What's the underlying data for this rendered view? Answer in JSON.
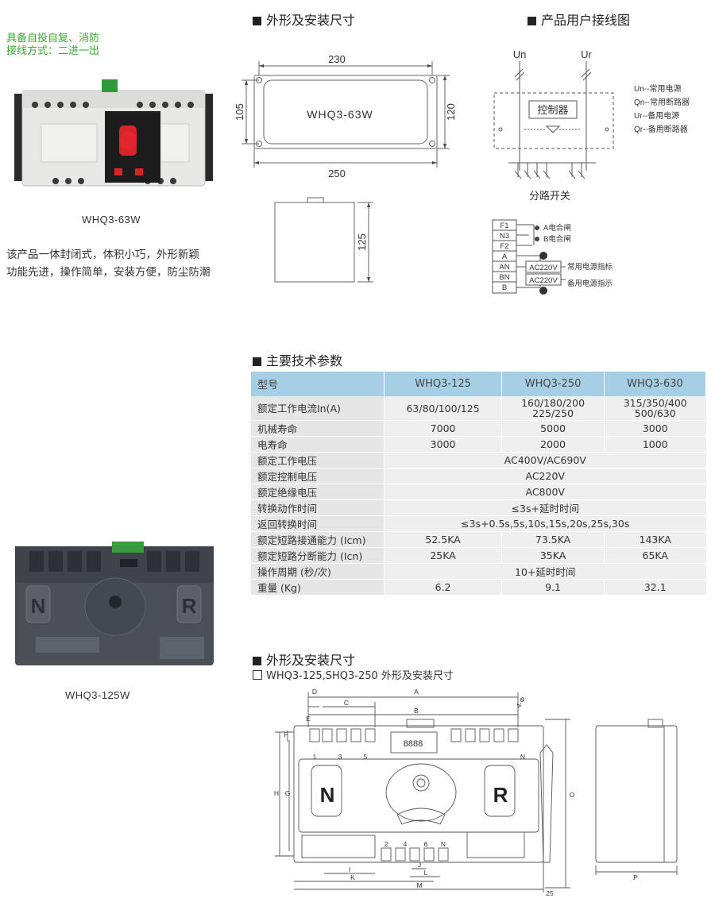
{
  "top": {
    "green_line1": "具备自投自复、消防",
    "green_line2": "接线方式：二进一出",
    "product1_model": "WHQ3-63W",
    "desc_line1": "该产品一体封闭式，体积小巧，外形新颖",
    "desc_line2": "功能先进，操作简单，安装方便，防尘防潮",
    "dims_title": "外形及安装尺寸",
    "dims": {
      "d230": "230",
      "d250": "250",
      "d105": "105",
      "d120": "120",
      "d125": "125",
      "box_label": "WHQ3-63W"
    },
    "wiring_title": "产品用户接线图",
    "wiring": {
      "un": "Un",
      "ur": "Ur",
      "controller": "控制器",
      "branch": "分路开关",
      "legend": [
        "Un--常用电源",
        "Qn--常用断路器",
        "Ur--备用电源",
        "Qr--备用断路器"
      ],
      "terminals": [
        "F1",
        "N3",
        "F2",
        "A",
        "AN",
        "BN",
        "B"
      ],
      "ac1": "AC220V",
      "ac2": "AC220V",
      "a_close": "A电合闸",
      "b_close": "B电合闸",
      "normal_ind": "常用电源指标",
      "backup_ind": "备用电源指示"
    }
  },
  "specs": {
    "title": "主要技术参数",
    "headers": [
      "型号",
      "WHQ3-125",
      "WHQ3-250",
      "WHQ3-630"
    ],
    "rows": [
      {
        "label": "额定工作电流In(A)",
        "v1": "63/80/100/125",
        "v2a": "160/180/200",
        "v2b": "225/250",
        "v3a": "315/350/400",
        "v3b": "500/630"
      },
      {
        "label": "机械寿命",
        "v1": "7000",
        "v2": "5000",
        "v3": "3000"
      },
      {
        "label": "电寿命",
        "v1": "3000",
        "v2": "2000",
        "v3": "1000"
      },
      {
        "label": "额定工作电压",
        "span": "AC400V/AC690V"
      },
      {
        "label": "额定控制电压",
        "span": "AC220V"
      },
      {
        "label": "额定绝缘电压",
        "span": "AC800V"
      },
      {
        "label": "转换动作时间",
        "span": "≤3s+延时时间"
      },
      {
        "label": "返回转换时间",
        "span": "≤3s+0.5s,5s,10s,15s,20s,25s,30s"
      },
      {
        "label": "额定短路接通能力 (Icm)",
        "v1": "52.5KA",
        "v2": "73.5KA",
        "v3": "143KA"
      },
      {
        "label": "额定短路分断能力 (Icn)",
        "v1": "25KA",
        "v2": "35KA",
        "v3": "65KA"
      },
      {
        "label": "操作周期 (秒/次)",
        "span": "10+延时时间"
      },
      {
        "label": "重量 (Kg)",
        "v1": "6.2",
        "v2": "9.1",
        "v3": "32.1"
      }
    ]
  },
  "bottom": {
    "product2_model": "WHQ3-125W",
    "dims_title": "外形及安装尺寸",
    "dims_subtitle": "WHQ3-125,SHQ3-250 外形及安装尺寸",
    "letters": [
      "D",
      "A",
      "C",
      "B",
      "E",
      "F",
      "H",
      "G",
      "O",
      "I",
      "J",
      "K",
      "L",
      "M",
      "P",
      "25",
      "4-Φ"
    ],
    "panel": {
      "n": "N",
      "r": "R",
      "n1": "1",
      "n3": "3",
      "n5": "5",
      "nN": "N",
      "b2": "2",
      "b4": "4",
      "b6": "6",
      "bN": "N",
      "display": "8888"
    }
  }
}
